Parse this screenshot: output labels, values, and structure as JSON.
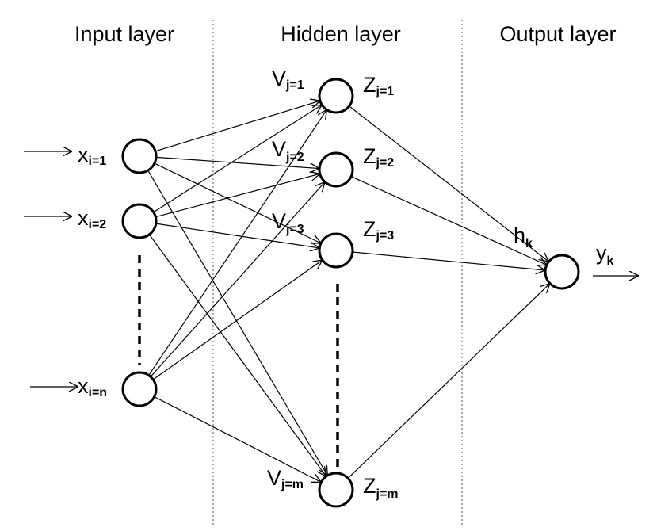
{
  "headers": {
    "input": "Input layer",
    "hidden": "Hidden layer",
    "output": "Output layer"
  },
  "input_nodes": [
    {
      "main": "x",
      "sub": "i=1"
    },
    {
      "main": "x",
      "sub": "i=2"
    },
    {
      "main": "x",
      "sub": "i=n"
    }
  ],
  "hidden_nodes": [
    {
      "v": "V",
      "v_sub": "j=1",
      "z": "Z",
      "z_sub": "j=1"
    },
    {
      "v": "V",
      "v_sub": "j=2",
      "z": "Z",
      "z_sub": "j=2"
    },
    {
      "v": "V",
      "v_sub": "j=3",
      "z": "Z",
      "z_sub": "j=3"
    },
    {
      "v": "V",
      "v_sub": "j=m",
      "z": "Z",
      "z_sub": "j=m"
    }
  ],
  "output_node": {
    "h": "h",
    "h_sub": "k",
    "y": "y",
    "y_sub": "k"
  }
}
